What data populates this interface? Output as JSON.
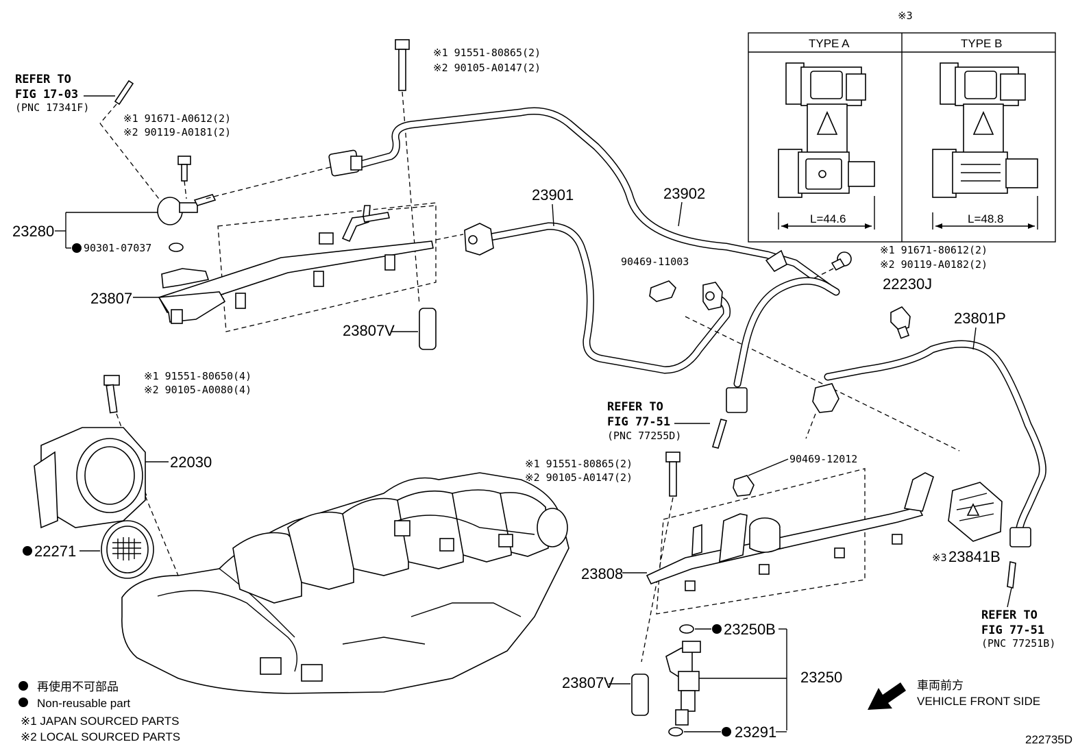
{
  "footnote_refs": {
    "japan_1": "※1",
    "local_2": "※2",
    "note_3": "※3"
  },
  "bolts": {
    "top_bolt": [
      "※1 91551-80865(2)",
      "※2 90105-A0147(2)"
    ],
    "left_bolt": [
      "※1 91671-A0612(2)",
      "※2 90119-A0181(2)"
    ],
    "throttle_bolt": [
      "※1 91551-80650(4)",
      "※2 90105-A0080(4)"
    ],
    "right_bolt": [
      "※1 91671-80612(2)",
      "※2 90119-A0182(2)"
    ],
    "lower_bolt": [
      "※1 91551-80865(2)",
      "※2 90105-A0147(2)"
    ]
  },
  "refer_to": {
    "fig_17_03": [
      "REFER TO",
      "FIG 17-03",
      "(PNC 17341F)"
    ],
    "fig_77_51_mid": [
      "REFER TO",
      "FIG 77-51",
      "(PNC 77255D)"
    ],
    "fig_77_51_right": [
      "REFER TO",
      "FIG 77-51",
      "(PNC 77251B)"
    ]
  },
  "part_numbers": {
    "p23280": "23280",
    "p90301": "90301-07037",
    "p23807": "23807",
    "p23807V_top": "23807V",
    "p23901": "23901",
    "p23902": "23902",
    "p90469_11003": "90469-11003",
    "p22230J": "22230J",
    "p23801P": "23801P",
    "p22030": "22030",
    "p22271": "22271",
    "p90469_12012": "90469-12012",
    "p23808": "23808",
    "p23841B": "23841B",
    "p23250B": "23250B",
    "p23250": "23250",
    "p23807V_bot": "23807V",
    "p23291": "23291"
  },
  "inset": {
    "type_a": "TYPE A",
    "type_b": "TYPE B",
    "len_a": "L=44.6",
    "len_b": "L=48.8"
  },
  "legend": {
    "non_reusable_jp": "再使用不可部品",
    "non_reusable_en": "Non-reusable part",
    "japan_sourced": "※1 JAPAN SOURCED PARTS",
    "local_sourced": "※2 LOCAL SOURCED PARTS"
  },
  "direction": {
    "jp": "車両前方",
    "en": "VEHICLE FRONT SIDE"
  },
  "figure_code": "222735D"
}
